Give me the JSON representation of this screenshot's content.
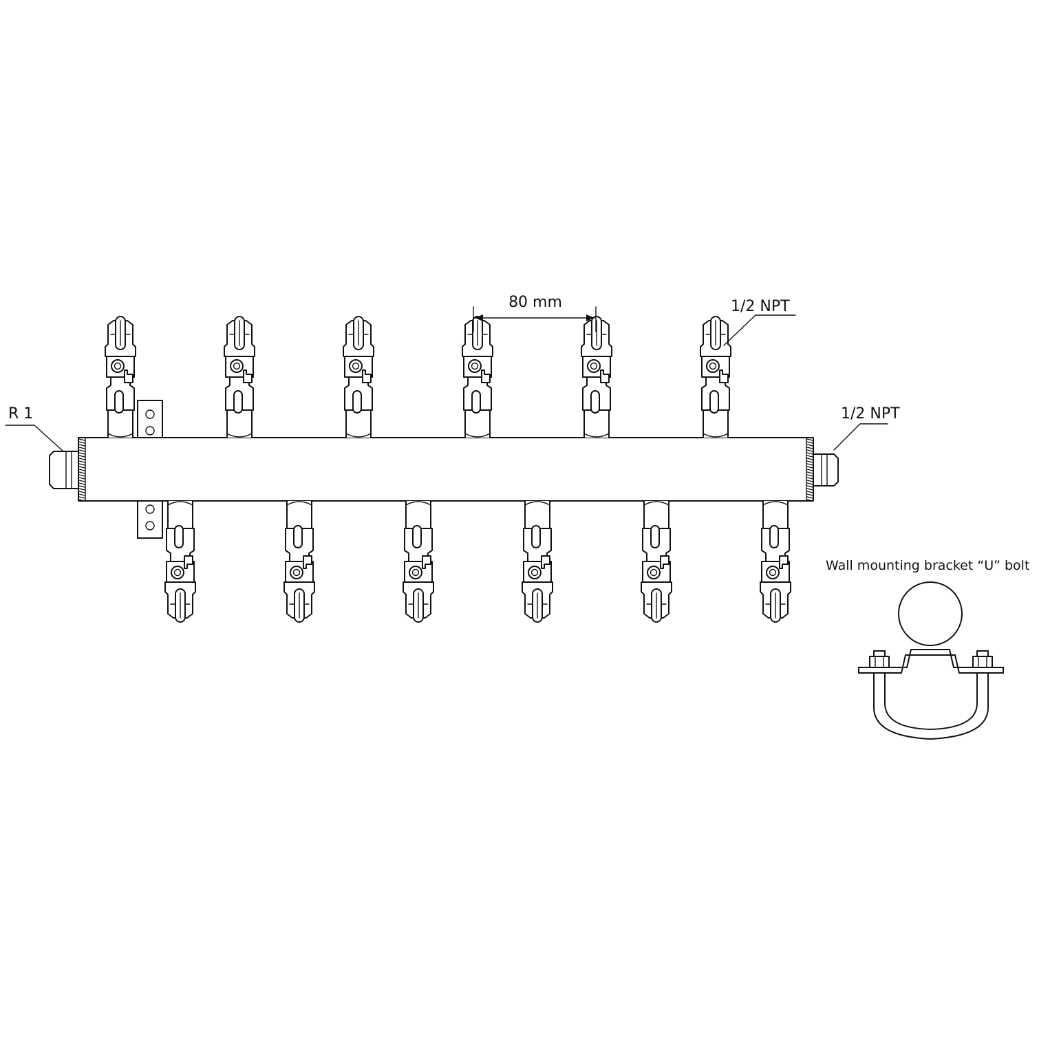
{
  "labels": {
    "inlet": "R 1",
    "outlet_top": "1/2 NPT",
    "outlet_side": "1/2 NPT",
    "spacing": "80 mm",
    "bracket_caption": "Wall mounting bracket “U” bolt"
  },
  "manifold": {
    "top_outlets": 6,
    "bottom_outlets": 6
  }
}
